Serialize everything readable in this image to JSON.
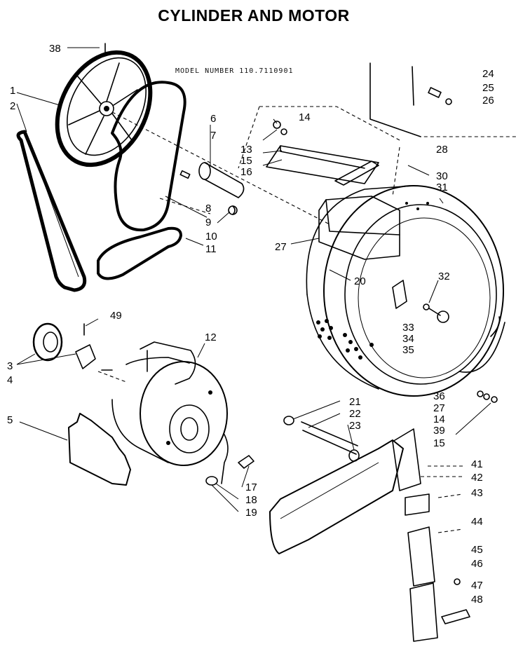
{
  "title": "CYLINDER AND MOTOR",
  "model_label": "MODEL NUMBER  110.7110901",
  "callouts": [
    {
      "id": "c1",
      "label": "1"
    },
    {
      "id": "c2",
      "label": "2"
    },
    {
      "id": "c3",
      "label": "3"
    },
    {
      "id": "c4",
      "label": "4"
    },
    {
      "id": "c5",
      "label": "5"
    },
    {
      "id": "c6",
      "label": "6"
    },
    {
      "id": "c7",
      "label": "7"
    },
    {
      "id": "c8",
      "label": "8"
    },
    {
      "id": "c9",
      "label": "9"
    },
    {
      "id": "c10",
      "label": "10"
    },
    {
      "id": "c11",
      "label": "11"
    },
    {
      "id": "c12",
      "label": "12"
    },
    {
      "id": "c13",
      "label": "13"
    },
    {
      "id": "c14a",
      "label": "14"
    },
    {
      "id": "c15a",
      "label": "15"
    },
    {
      "id": "c16",
      "label": "16"
    },
    {
      "id": "c17",
      "label": "17"
    },
    {
      "id": "c18",
      "label": "18"
    },
    {
      "id": "c19",
      "label": "19"
    },
    {
      "id": "c20",
      "label": "20"
    },
    {
      "id": "c21",
      "label": "21"
    },
    {
      "id": "c22",
      "label": "22"
    },
    {
      "id": "c23",
      "label": "23"
    },
    {
      "id": "c24",
      "label": "24"
    },
    {
      "id": "c25",
      "label": "25"
    },
    {
      "id": "c26",
      "label": "26"
    },
    {
      "id": "c27a",
      "label": "27"
    },
    {
      "id": "c28",
      "label": "28"
    },
    {
      "id": "c30",
      "label": "30"
    },
    {
      "id": "c31",
      "label": "31"
    },
    {
      "id": "c32",
      "label": "32"
    },
    {
      "id": "c33",
      "label": "33"
    },
    {
      "id": "c34",
      "label": "34"
    },
    {
      "id": "c35",
      "label": "35"
    },
    {
      "id": "c36",
      "label": "36"
    },
    {
      "id": "c27b",
      "label": "27"
    },
    {
      "id": "c14b",
      "label": "14"
    },
    {
      "id": "c39",
      "label": "39"
    },
    {
      "id": "c15b",
      "label": "15"
    },
    {
      "id": "c38",
      "label": "38"
    },
    {
      "id": "c41",
      "label": "41"
    },
    {
      "id": "c42",
      "label": "42"
    },
    {
      "id": "c43",
      "label": "43"
    },
    {
      "id": "c44",
      "label": "44"
    },
    {
      "id": "c45",
      "label": "45"
    },
    {
      "id": "c46",
      "label": "46"
    },
    {
      "id": "c47",
      "label": "47"
    },
    {
      "id": "c48",
      "label": "48"
    },
    {
      "id": "c49",
      "label": "49"
    }
  ]
}
